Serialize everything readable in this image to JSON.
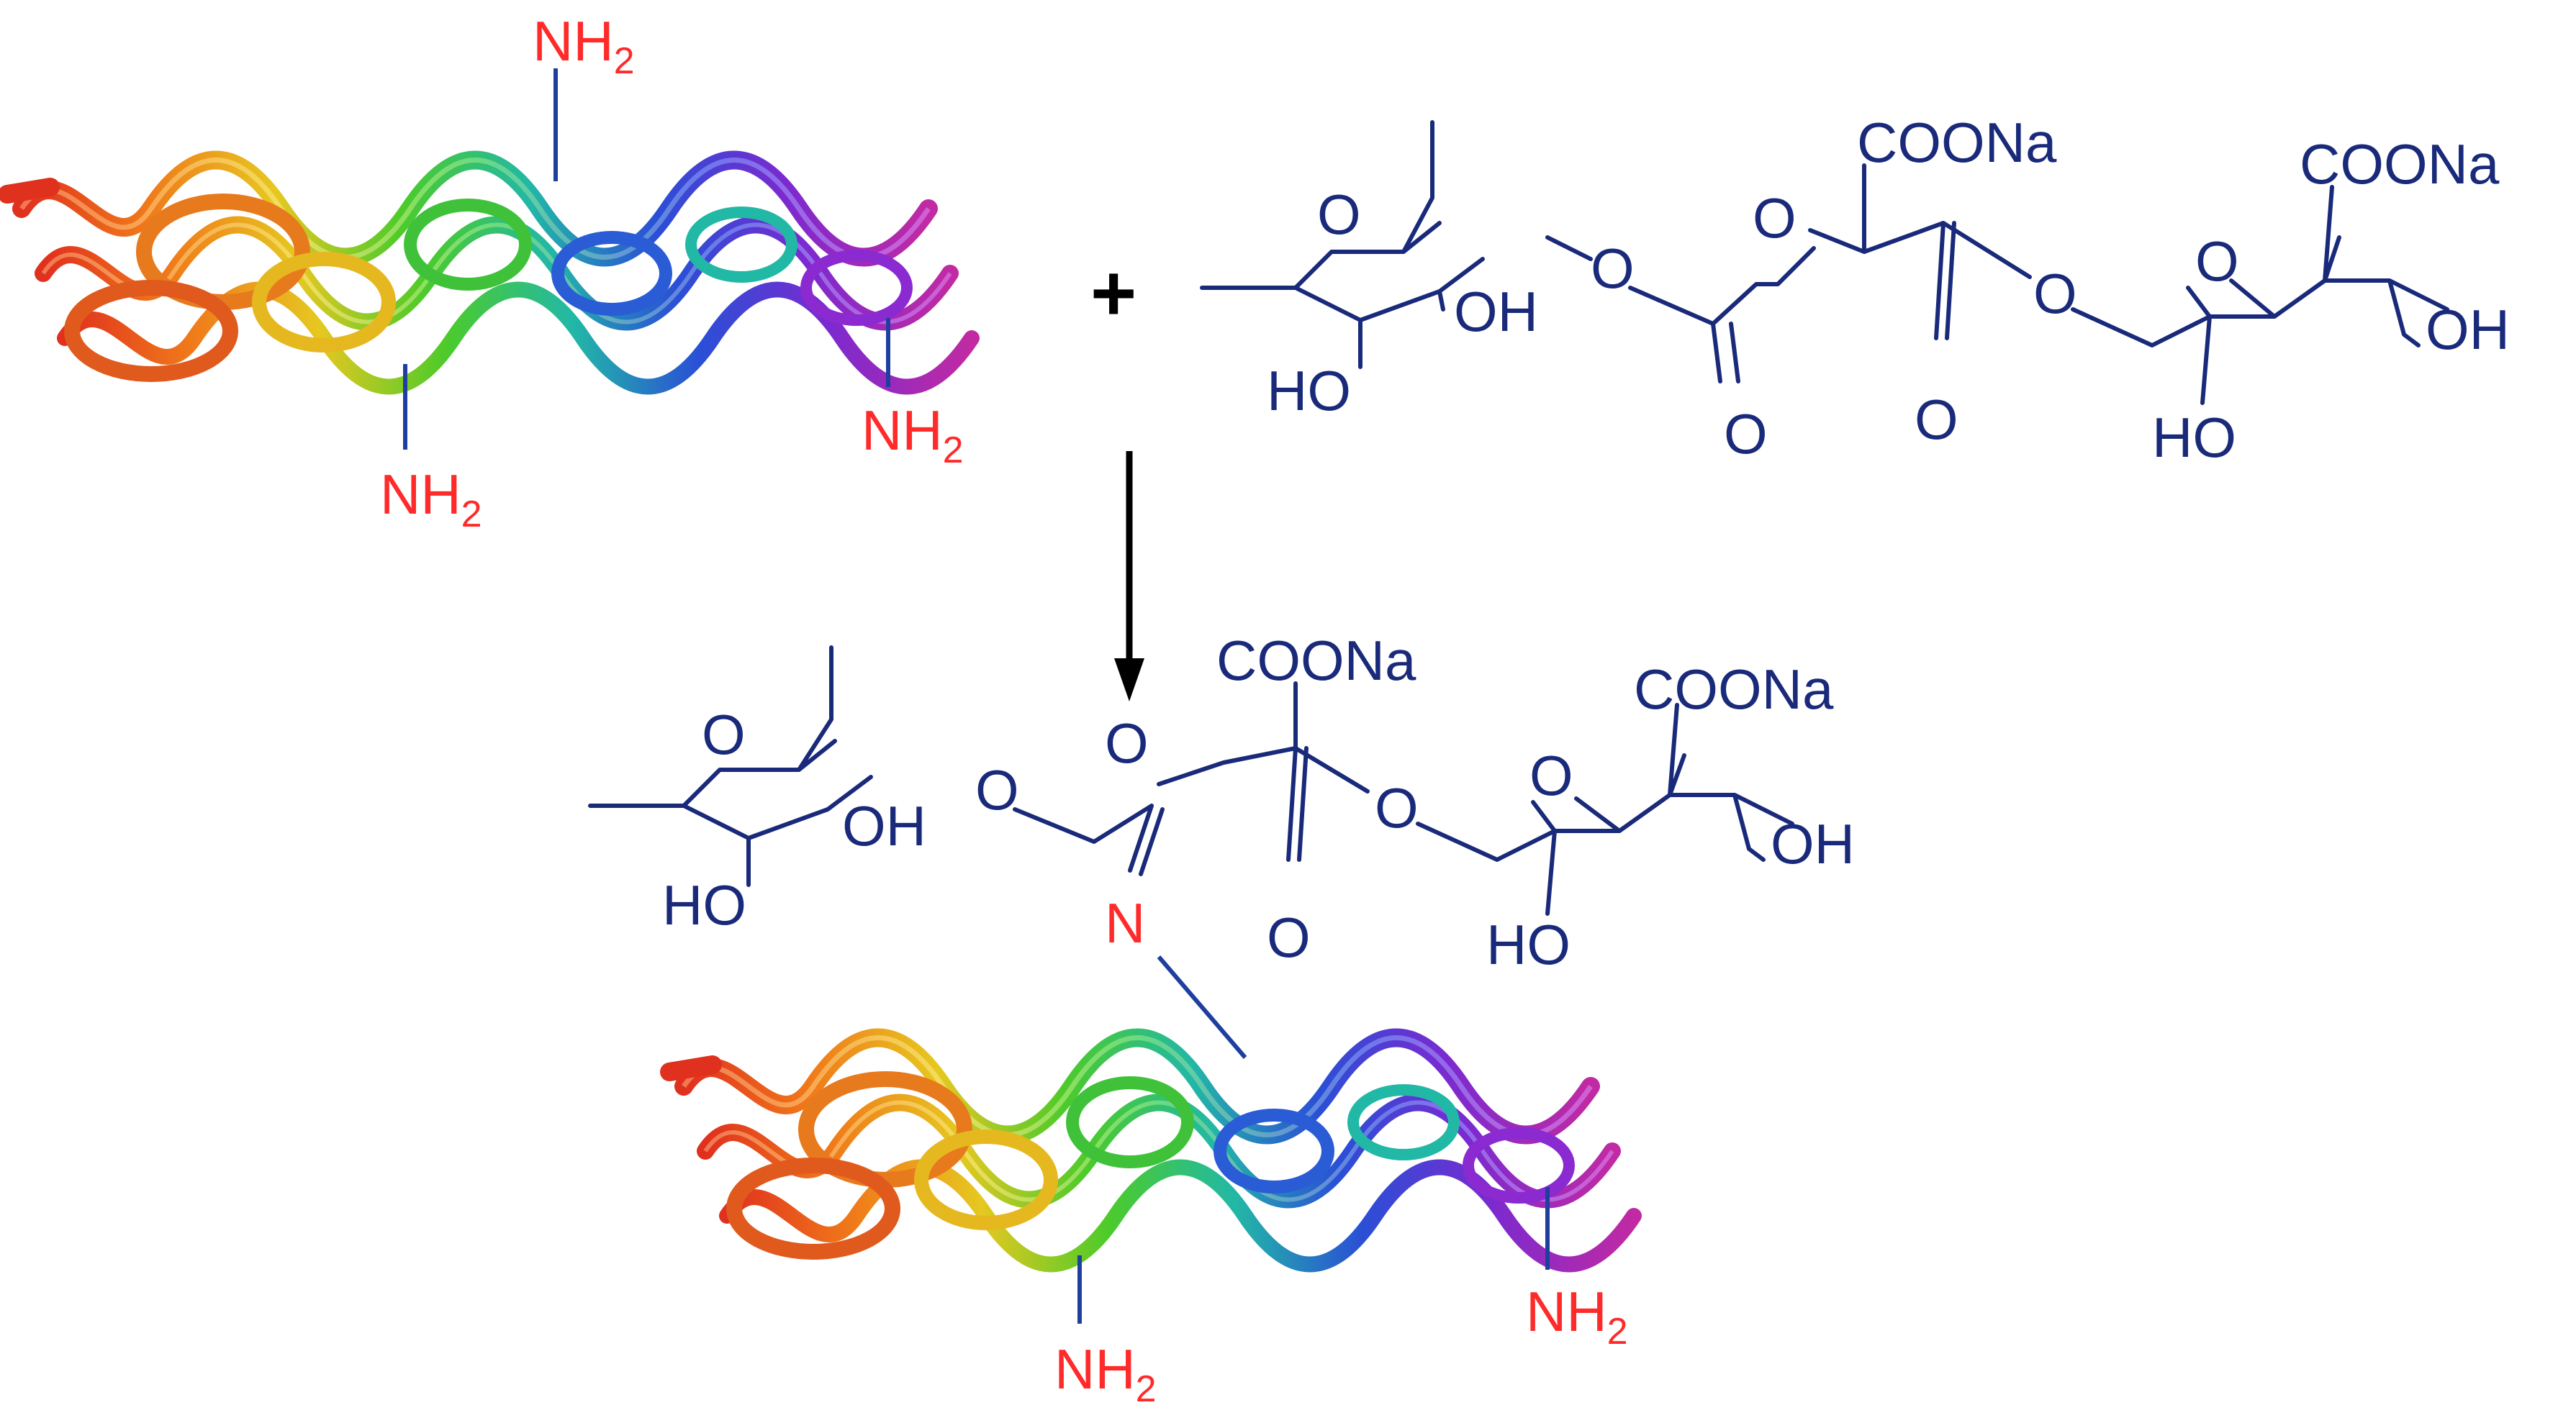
{
  "reaction": {
    "plus_sign": "+",
    "protein_top": {
      "amine_label": "NH",
      "amine_subscript": "2"
    },
    "oxidized_alginate": {
      "carboxylate_1": "COONa",
      "carboxylate_2": "COONa",
      "ring1_oxygen": "O",
      "ring1_hydroxyl_a": "OH",
      "ring1_hydroxyl_b": "HO",
      "glycosidic_oxygen_1": "O",
      "ring_open_oxygen": "O",
      "aldehyde_oxygen_1": "O",
      "aldehyde_oxygen_2": "O",
      "glycosidic_oxygen_2": "O",
      "ring2_oxygen": "O",
      "ring2_hydroxyl_a": "OH",
      "ring2_hydroxyl_b": "HO"
    },
    "product": {
      "carboxylate_1": "COONa",
      "carboxylate_2": "COONa",
      "ring1_oxygen": "O",
      "ring1_hydroxyl_a": "OH",
      "ring1_hydroxyl_b": "HO",
      "glycosidic_oxygen_1": "O",
      "ring_open_oxygen": "O",
      "aldehyde_oxygen": "O",
      "glycosidic_oxygen_2": "O",
      "ring2_oxygen": "O",
      "ring2_hydroxyl_a": "OH",
      "ring2_hydroxyl_b": "HO",
      "imine_nitrogen": "N",
      "amine_label": "NH",
      "amine_subscript": "2"
    }
  },
  "colors": {
    "molecule": "#1a2a7a",
    "amine": "#ff2a2a",
    "arrow": "#000000"
  }
}
